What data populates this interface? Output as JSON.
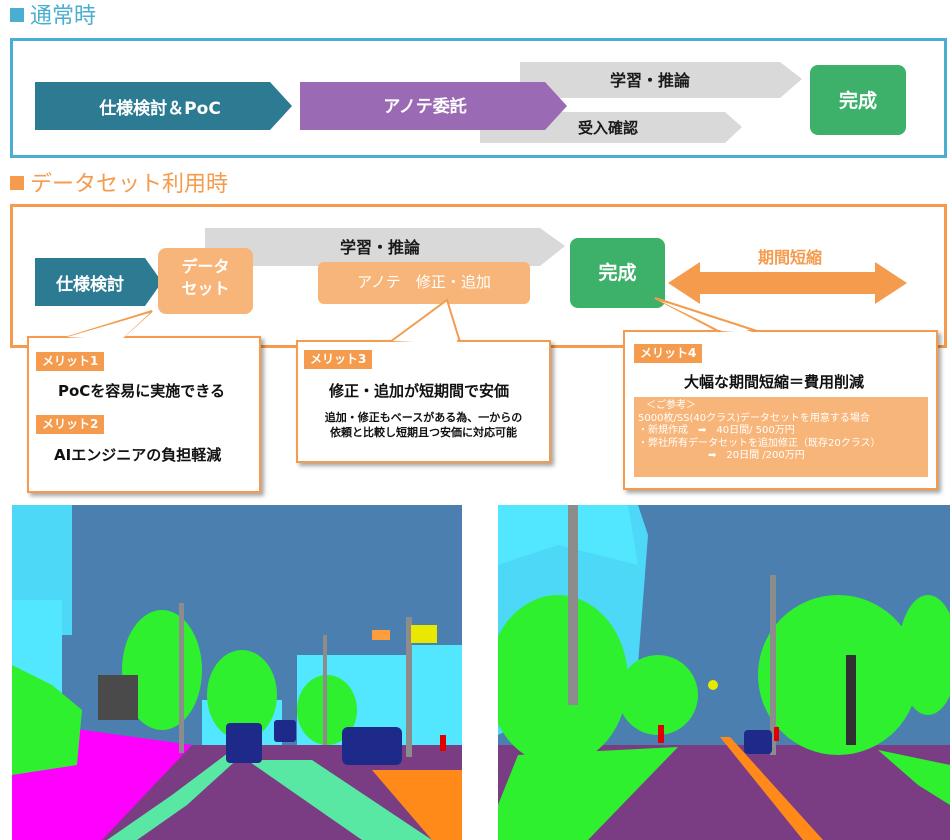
{
  "colors": {
    "blue_frame": "#4aaed0",
    "teal_arrow": "#2d7a93",
    "purple_arrow": "#9a6ab4",
    "gray_arrow": "#d9d9d9",
    "green_done": "#3db06a",
    "orange": "#f59b4d",
    "orange_light": "#f8b579"
  },
  "normal": {
    "heading": "通常時",
    "step_spec_poc": "仕様検討＆PoC",
    "step_annotation": "アノテ委託",
    "step_learning": "学習・推論",
    "step_acceptance": "受入確認",
    "step_done": "完成"
  },
  "dataset": {
    "heading": "データセット利用時",
    "step_spec": "仕様検討",
    "step_dataset_line1": "データ",
    "step_dataset_line2": "セット",
    "step_learning": "学習・推論",
    "step_annotation_fix": "アノテ　修正・追加",
    "step_done": "完成",
    "period_label": "期間短縮"
  },
  "merit_box_1": {
    "badge1": "メリット1",
    "text1": "PoCを容易に実施できる",
    "badge2": "メリット2",
    "text2": "AIエンジニアの負担軽減"
  },
  "merit_box_3": {
    "badge": "メリット3",
    "title": "修正・追加が短期間で安価",
    "desc_line1": "追加・修正もベースがある為、一からの",
    "desc_line2": "依頼と比較し短期且つ安価に対応可能"
  },
  "merit_box_4": {
    "badge": "メリット4",
    "title": "大幅な期間短縮＝費用削減",
    "ref": {
      "line1": "＜ご参考＞",
      "line2": "5000枚/SS(40クラス)データセットを用意する場合",
      "line3": "・新規作成　➡　40日間/ 500万円",
      "line4": "・弊社所有データセットを追加修正（既存20クラス）",
      "line5": "➡　20日間 /200万円"
    }
  },
  "images": {
    "left": {
      "description": "semantic-segmentation-street-scene-1"
    },
    "right": {
      "description": "semantic-segmentation-street-scene-2"
    }
  }
}
